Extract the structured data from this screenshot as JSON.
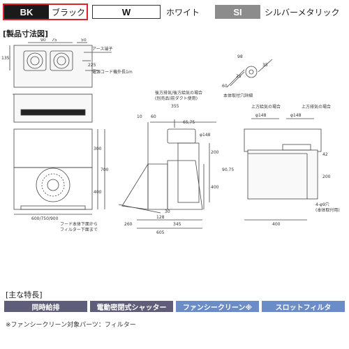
{
  "colors": {
    "black": {
      "code": "BK",
      "name": "ブラック"
    },
    "white": {
      "code": "W",
      "name": "ホワイト"
    },
    "silver": {
      "code": "SI",
      "name": "シルバーメタリック"
    }
  },
  "dimensions_title": "[製品寸法図]",
  "drawing": {
    "top": {
      "d90": "90",
      "d75": "75",
      "d50": "50",
      "d135": "135",
      "d225": "225",
      "earth": "アース端子",
      "cord": "電源コード機外長1m"
    },
    "front": {
      "d300": "300",
      "d700": "700",
      "d400": "400",
      "width": "600/750/900"
    },
    "side": {
      "note1": "後方排気/後方給気の場合",
      "note2": "(別売品)前ダクト使用)",
      "d10": "10",
      "d60": "60",
      "d355": "355",
      "d6575": "65,75",
      "d200": "200",
      "phi": "φ148",
      "d9075": "90.75",
      "d400": "400",
      "d128": "128",
      "d30": "30",
      "d260": "260",
      "d345": "345",
      "d605": "605",
      "hood1": "フード本体下面から",
      "hood2": "フィルター下面まで"
    },
    "rear": {
      "d98": "98",
      "d35": "35",
      "d25": "25",
      "d60": "60",
      "mount": "本体取付穴詳細",
      "up_supply": "上方給気の場合",
      "up_exhaust": "上方排気の場合",
      "phi1": "φ148",
      "phi2": "φ148",
      "d42": "42",
      "d200": "200",
      "d400": "400",
      "holes": "4-φ9穴",
      "holes_note": "(本体取付用)"
    }
  },
  "features_title": "[主な特長]",
  "features": [
    {
      "label": "同時給排",
      "color": "#5e5e7a"
    },
    {
      "label": "電動密閉式シャッター",
      "color": "#5e5e7a"
    },
    {
      "label": "ファンシークリーン※",
      "color": "#6a8cc8"
    },
    {
      "label": "スロットフィルタ",
      "color": "#6a8cc8"
    }
  ],
  "footnote": "※ファンシークリーン対象パーツ：フィルター"
}
